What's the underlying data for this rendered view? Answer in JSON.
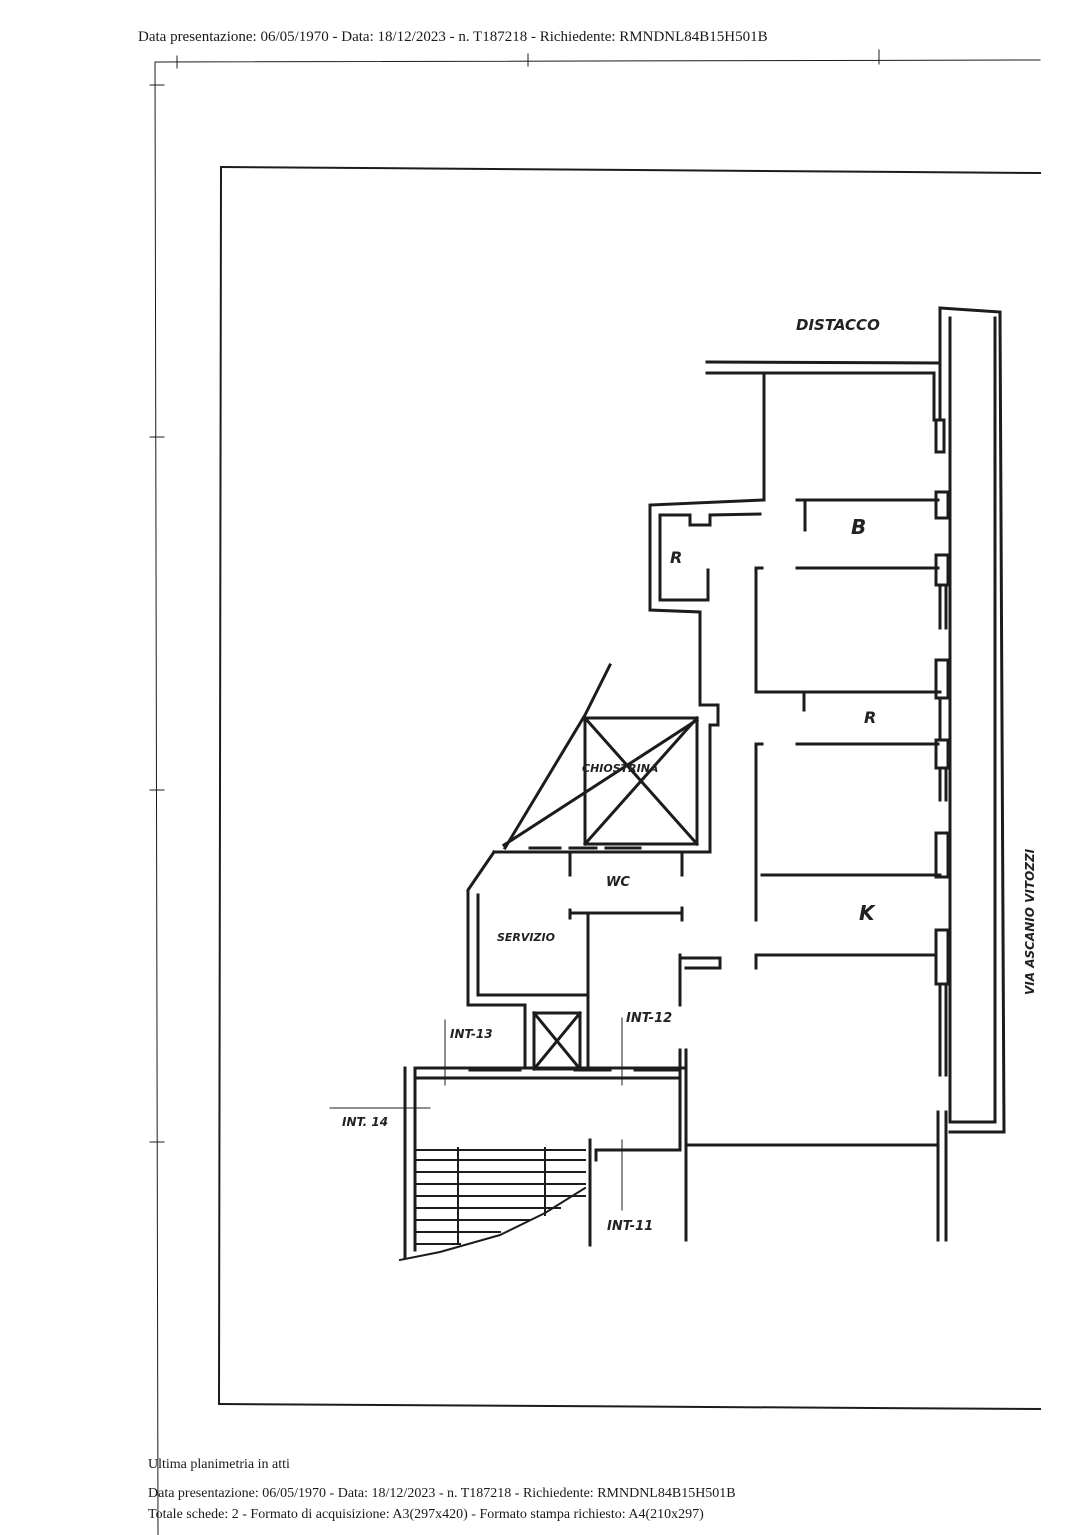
{
  "header": {
    "text": "Data presentazione: 06/05/1970 - Data: 18/12/2023 - n. T187218 - Richiedente: RMNDNL84B15H501B"
  },
  "plan": {
    "labels": {
      "distacco": "DISTACCO",
      "room_r_top": "R",
      "room_b": "B",
      "room_r_mid": "R",
      "chiostrina": "CHIOSTRINA",
      "wc": "WC",
      "servizio": "SERVIZIO",
      "room_k": "K",
      "street": "VIA ASCANIO VITOZZI",
      "int13": "INT-13",
      "int12": "INT-12",
      "int14": "INT. 14",
      "int11": "INT-11"
    }
  },
  "footer": {
    "title": "Ultima planimetria in atti",
    "line1": "Data presentazione: 06/05/1970 - Data: 18/12/2023 - n. T187218 - Richiedente: RMNDNL84B15H501B",
    "line2": "Totale schede: 2 - Formato di acquisizione: A3(297x420) - Formato stampa richiesto: A4(210x297)"
  }
}
